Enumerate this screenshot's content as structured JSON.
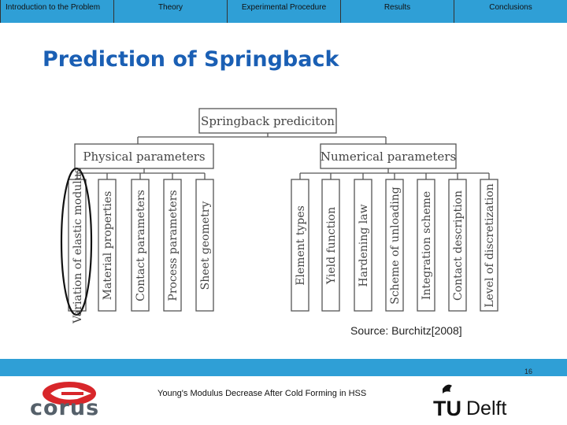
{
  "nav": {
    "tabs": [
      {
        "label": "Introduction to the Problem"
      },
      {
        "label": "Theory"
      },
      {
        "label": "Experimental Procedure"
      },
      {
        "label": "Results"
      },
      {
        "label": "Conclusions"
      }
    ]
  },
  "slide": {
    "title": "Prediction of Springback",
    "source": "Source: Burchitz[2008]",
    "page_number": "16",
    "footer": "Young's Modulus Decrease After Cold Forming in HSS"
  },
  "diagram": {
    "root": "Springback prediciton",
    "groups": [
      {
        "label": "Physical parameters",
        "items": [
          "Variation of elastic modulus",
          "Material properties",
          "Contact parameters",
          "Process parameters",
          "Sheet geometry"
        ]
      },
      {
        "label": "Numerical parameters",
        "items": [
          "Element types",
          "Yield function",
          "Hardening law",
          "Scheme of unloading",
          "Integration scheme",
          "Contact description",
          "Level of discretization"
        ]
      }
    ],
    "highlighted_item": "Variation of elastic modulus"
  },
  "logos": {
    "left": "corus",
    "right": "Delft",
    "right_prefix": "TU"
  },
  "colors": {
    "nav_bar": "#2f9fd6",
    "bottom_bar": "#2f9fd6",
    "title": "#1a5fb4",
    "corus_red": "#d8262a",
    "corus_gray": "#55606a"
  }
}
